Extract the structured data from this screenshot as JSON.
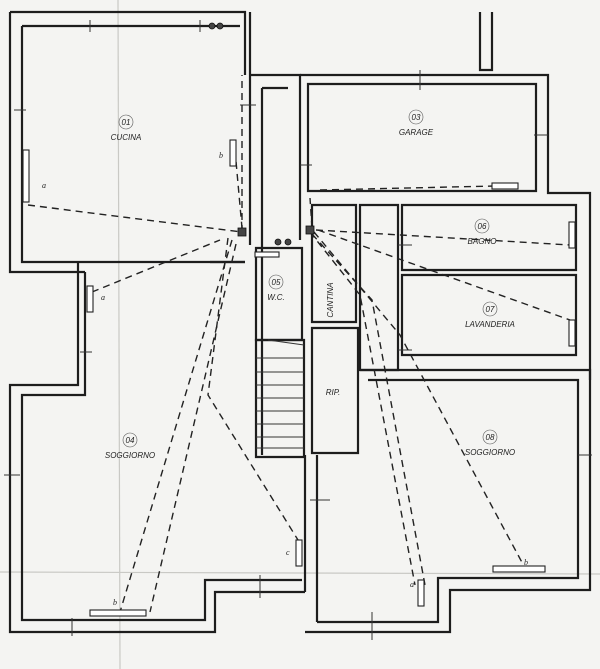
{
  "rooms": [
    {
      "number": "01",
      "name": "CUCINA"
    },
    {
      "number": "03",
      "name": "GARAGE"
    },
    {
      "number": "06",
      "name": "BAGNO"
    },
    {
      "number": "07",
      "name": "LAVANDERIA"
    },
    {
      "number": "05",
      "name": "W.C."
    },
    {
      "number": "04",
      "name": "SOGGIORNO"
    },
    {
      "number": "08",
      "name": "SOGGIORNO"
    }
  ],
  "unnumbered_rooms": [
    {
      "name": "CANTINA"
    },
    {
      "name": "RIP."
    }
  ],
  "radiator_letters": {
    "cucina_b": "b",
    "cucina_a": "a",
    "soggiorno04_a": "a",
    "soggiorno04_b": "b",
    "soggiorno04_c": "c",
    "soggiorno08_a": "a",
    "soggiorno08_b": "b"
  }
}
